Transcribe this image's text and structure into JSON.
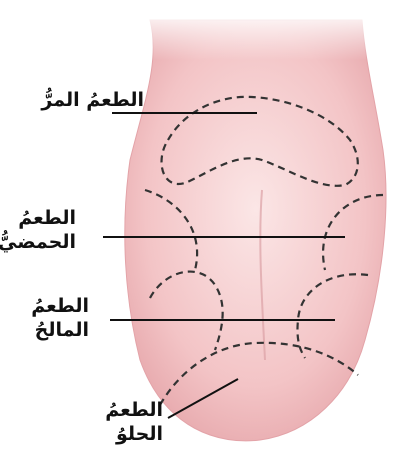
{
  "diagram": {
    "subject": "tongue-taste-map",
    "colors": {
      "tongue_light": "#fbe6e6",
      "tongue_mid": "#f3c4c6",
      "tongue_edge": "#e7a9ad",
      "dash": "#333333",
      "leader": "#111111",
      "text": "#111111"
    },
    "labels": {
      "bitter": {
        "line1": "الطعمُ المرُّ",
        "line2": ""
      },
      "sour": {
        "line1": "الطعمُ",
        "line2": "الحمضيُّ"
      },
      "salty": {
        "line1": "الطعمُ",
        "line2": "المالحُ"
      },
      "sweet": {
        "line1": "الطعمُ",
        "line2": "الحلوُ"
      }
    }
  }
}
